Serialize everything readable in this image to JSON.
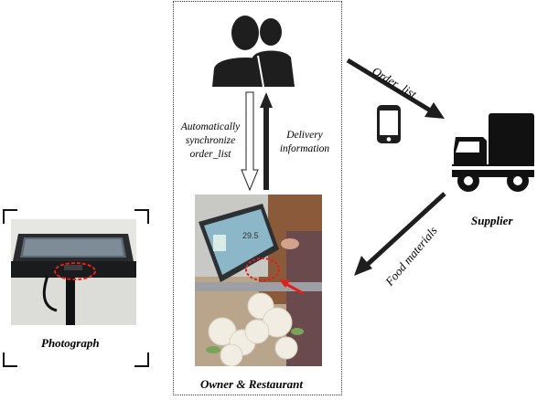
{
  "labels": {
    "auto_sync": [
      "Automatically",
      "synchronize",
      "order_list"
    ],
    "delivery": [
      "Delivery",
      "information"
    ],
    "order_list": "Order_list",
    "supplier": "Supplier",
    "food_materials": "Food materials",
    "photograph": "Photograph",
    "owner_restaurant": "Owner & Restaurant",
    "scale_display_value": "29.5"
  },
  "colors": {
    "icon": "#1e1e1e",
    "highlight": "#e0201a"
  },
  "icons": [
    "users-icon",
    "smartphone-icon",
    "delivery-truck-icon"
  ]
}
